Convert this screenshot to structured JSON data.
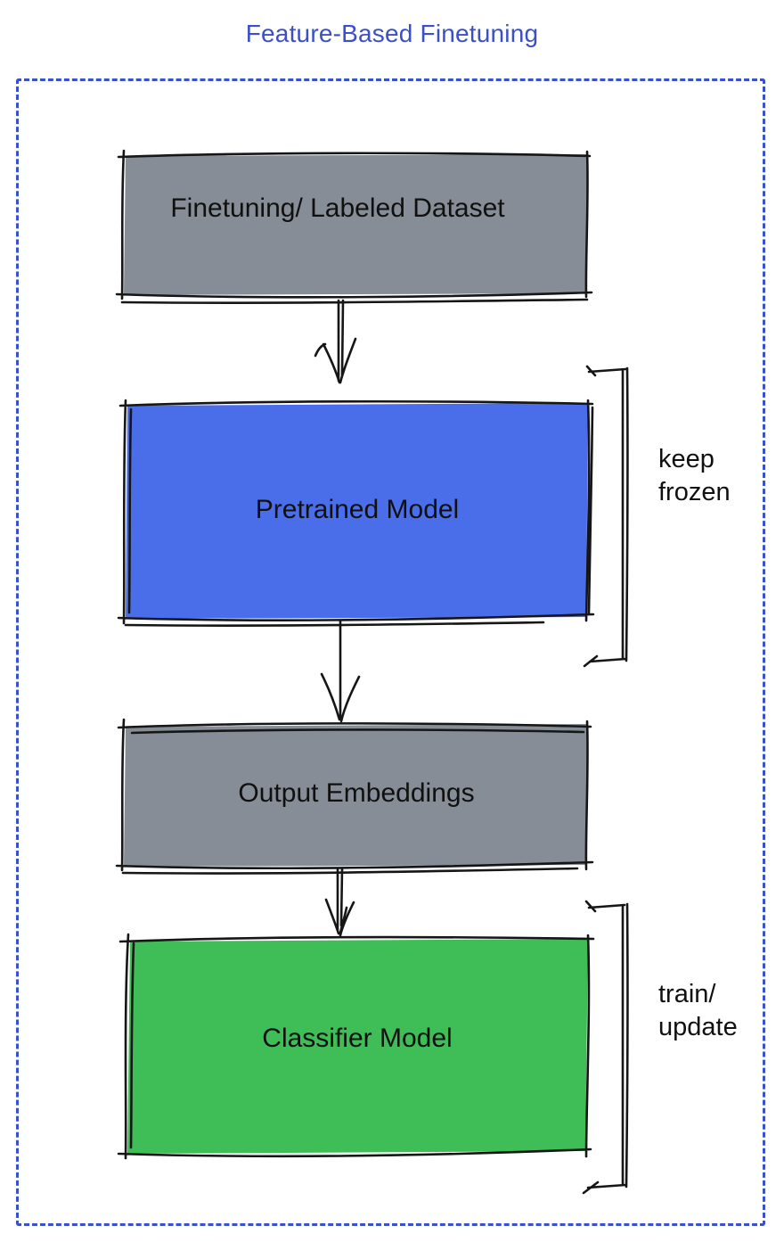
{
  "diagram": {
    "title": "Feature-Based Finetuning",
    "colors": {
      "title_text": "#3b50c7",
      "frame_border": "#3a52c9",
      "dataset_fill": "#868d96",
      "pretrained_fill": "#4a6ee9",
      "embeddings_fill": "#868d96",
      "classifier_fill": "#3fbd56",
      "ink": "#161616"
    },
    "nodes": {
      "dataset": {
        "label": "Finetuning/ Labeled Dataset"
      },
      "pretrained": {
        "label": "Pretrained Model"
      },
      "embeddings": {
        "label": "Output Embeddings"
      },
      "classifier": {
        "label": "Classifier Model"
      }
    },
    "annotations": {
      "keep_frozen": {
        "line1": "keep",
        "line2": "frozen"
      },
      "train_update": {
        "line1": "train/",
        "line2": "update"
      }
    }
  }
}
